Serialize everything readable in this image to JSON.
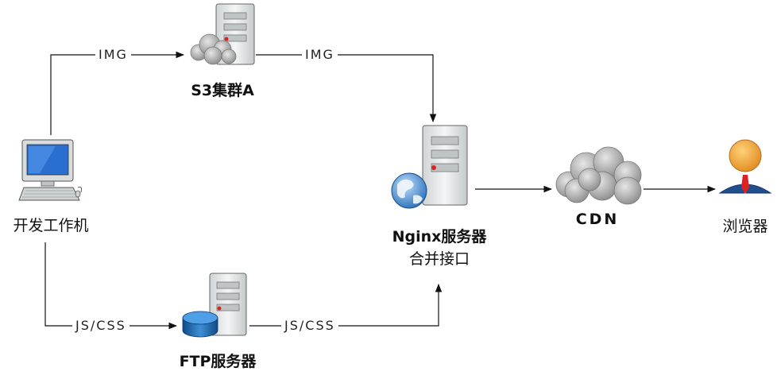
{
  "nodes": {
    "dev_machine": "开发工作机",
    "s3_cluster": "S3集群A",
    "ftp_server": "FTP服务器",
    "nginx_line1": "Nginx服务器",
    "nginx_line2": "合并接口",
    "cdn": "CDN",
    "browser": "浏览器"
  },
  "edges": {
    "img_to_s3": "IMG",
    "img_from_s3": "IMG",
    "css_to_ftp": "JS/CSS",
    "css_from_ftp": "JS/CSS"
  },
  "colors": {
    "line": "#111111",
    "server_body": "#e9ecec",
    "cloud": "#9a9a9a",
    "person_head": "#f2a23c",
    "person_suit": "#1f4f8c",
    "disk": "#1b64a8",
    "globe": "#3b82c4"
  }
}
